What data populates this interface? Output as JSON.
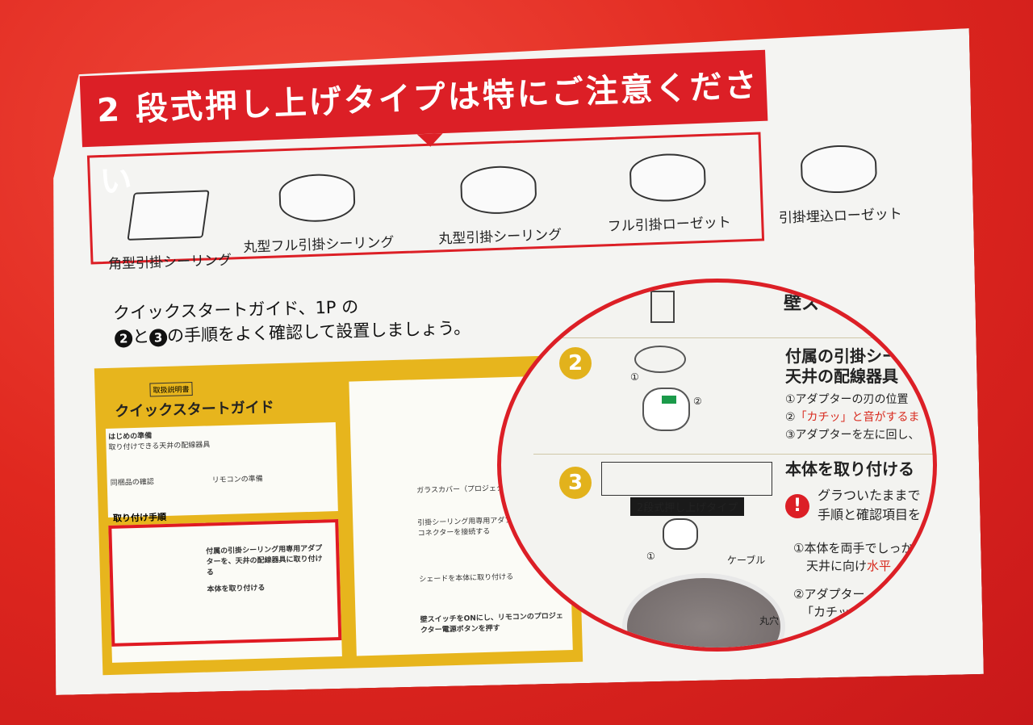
{
  "banner": {
    "title": "2 段式押し上げタイプは特にご注意ください"
  },
  "types": [
    {
      "label": "角型引掛シーリング"
    },
    {
      "label": "丸型フル引掛シーリング"
    },
    {
      "label": "丸型引掛シーリング"
    },
    {
      "label": "フル引掛ローゼット"
    },
    {
      "label": "引掛埋込ローゼット"
    }
  ],
  "guide": {
    "line1": "クイックスタートガイド、1P の",
    "num2": "2",
    "mid": "と",
    "num3": "3",
    "line2": "の手順をよく確認して設置しましょう。"
  },
  "mini": {
    "badge": "取扱説明書",
    "title": "クイックスタートガイド",
    "prep": "はじめの準備",
    "fixtures": "取り付けできる天井の配線器具",
    "contents": "同梱品の確認",
    "remote": "リモコンの準備",
    "steps": "取り付け手順",
    "step2": "付属の引掛シーリング用専用アダプターを、天井の配線器具に取り付ける",
    "step3": "本体を取り付ける",
    "glass": "ガラスカバー（プロジェクター）",
    "connector": "引掛シーリング用専用アダプター 本体のコネクターを接続する",
    "shade": "シェードを本体に取り付ける",
    "power": "壁スイッチをONにし、リモコンのプロジェクター電源ボタンを押す"
  },
  "zoom": {
    "wall": "壁ス",
    "step2_num": "2",
    "step2_title1": "付属の引掛シー",
    "step2_title2": "天井の配線器具",
    "step2_a": "①アダプターの刃の位置",
    "step2_b_pre": "②",
    "step2_b_red": "「カチッ」と音がするま",
    "step2_c": "③アダプターを左に回し、",
    "step3_num": "3",
    "step3_title": "本体を取り付ける",
    "type_tag": "2段式押し上げタイプ",
    "warn1": "グラついたままで",
    "warn2": "手順と確認項目を",
    "s3_a1": "①本体を両手でしっか",
    "s3_a2": "天井に向け",
    "s3_a2_red": "水平",
    "s3_b": "②アダプター",
    "s3_b_red": "「カチッ",
    "cable": "ケーブル",
    "hole": "丸穴",
    "c1": "①",
    "c2": "②",
    "c1b": "①"
  }
}
